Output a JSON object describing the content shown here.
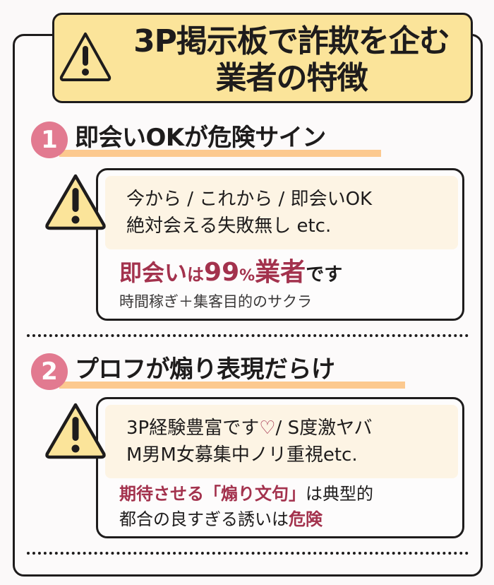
{
  "title": {
    "line1": "3P掲示板で詐欺を企む",
    "line2": "業者の特徴",
    "icon": "warning-triangle-icon"
  },
  "colors": {
    "title_bg": "#fbe49a",
    "badge": "#e27a90",
    "underline": "#fcc98f",
    "accent_red": "#a3324d",
    "ink": "#1e1c1c"
  },
  "sections": [
    {
      "number": "1",
      "heading": "即会いOKが危険サイン",
      "quote_line1": "今から / これから / 即会いOK",
      "quote_line2": "絶対会える失敗無し etc.",
      "verdict": {
        "part1_red": "即会い",
        "part2_red_small": "は",
        "part3_red": "99",
        "part4_red_small": "%",
        "part5_red": "業者",
        "part6_dark": "です"
      },
      "sub": "時間稼ぎ＋集客目的のサクラ"
    },
    {
      "number": "2",
      "heading": "プロフが煽り表現だらけ",
      "quote_line1_a": "3P経験豊富です",
      "quote_heart": "♡",
      "quote_line1_b": "/ S度激ヤバ",
      "quote_line2": "M男M女募集中ノリ重視etc.",
      "verdict_line1": {
        "part1_red": "期待させる「煽り文句」",
        "part2_dark": "は典型的"
      },
      "verdict_line2": {
        "part1_dark": "都合の良すぎる誘いは",
        "part2_red": "危険"
      }
    }
  ]
}
